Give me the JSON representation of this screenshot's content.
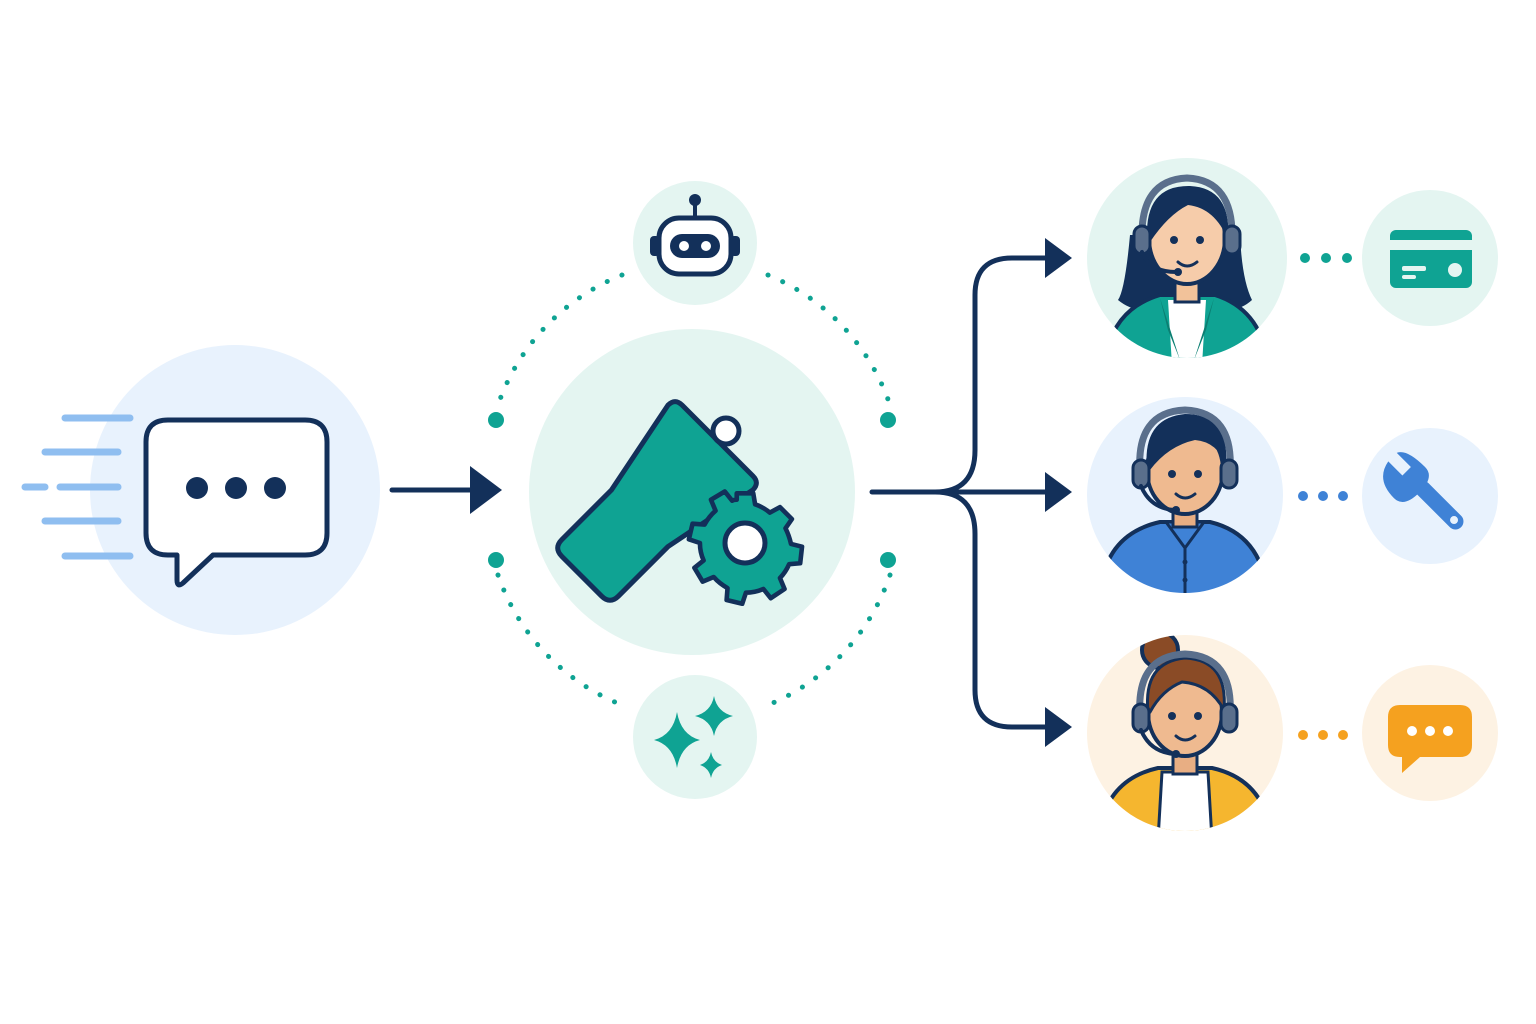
{
  "colors": {
    "navy": "#13305a",
    "teal": "#0fa393",
    "teal_light": "#e4f5f1",
    "blue": "#3f82d6",
    "blue_light": "#e8f2fd",
    "orange": "#f5a11f",
    "orange_light": "#fdf2e3",
    "streak": "#8fbef0"
  },
  "diagram": {
    "source": {
      "icon": "chat-bubble-typing-icon"
    },
    "classifier": {
      "icon": "tag-with-gear-icon",
      "satellites": [
        "robot-icon",
        "sparkles-icon"
      ]
    },
    "routes": [
      {
        "agent": "agent-woman-headset-teal-blazer",
        "channel_icon": "credit-card-icon",
        "accent": "teal"
      },
      {
        "agent": "agent-man-headset-blue-shirt",
        "channel_icon": "wrench-icon",
        "accent": "blue"
      },
      {
        "agent": "agent-woman-headset-yellow-cardigan",
        "channel_icon": "chat-bubble-icon",
        "accent": "orange"
      }
    ]
  }
}
